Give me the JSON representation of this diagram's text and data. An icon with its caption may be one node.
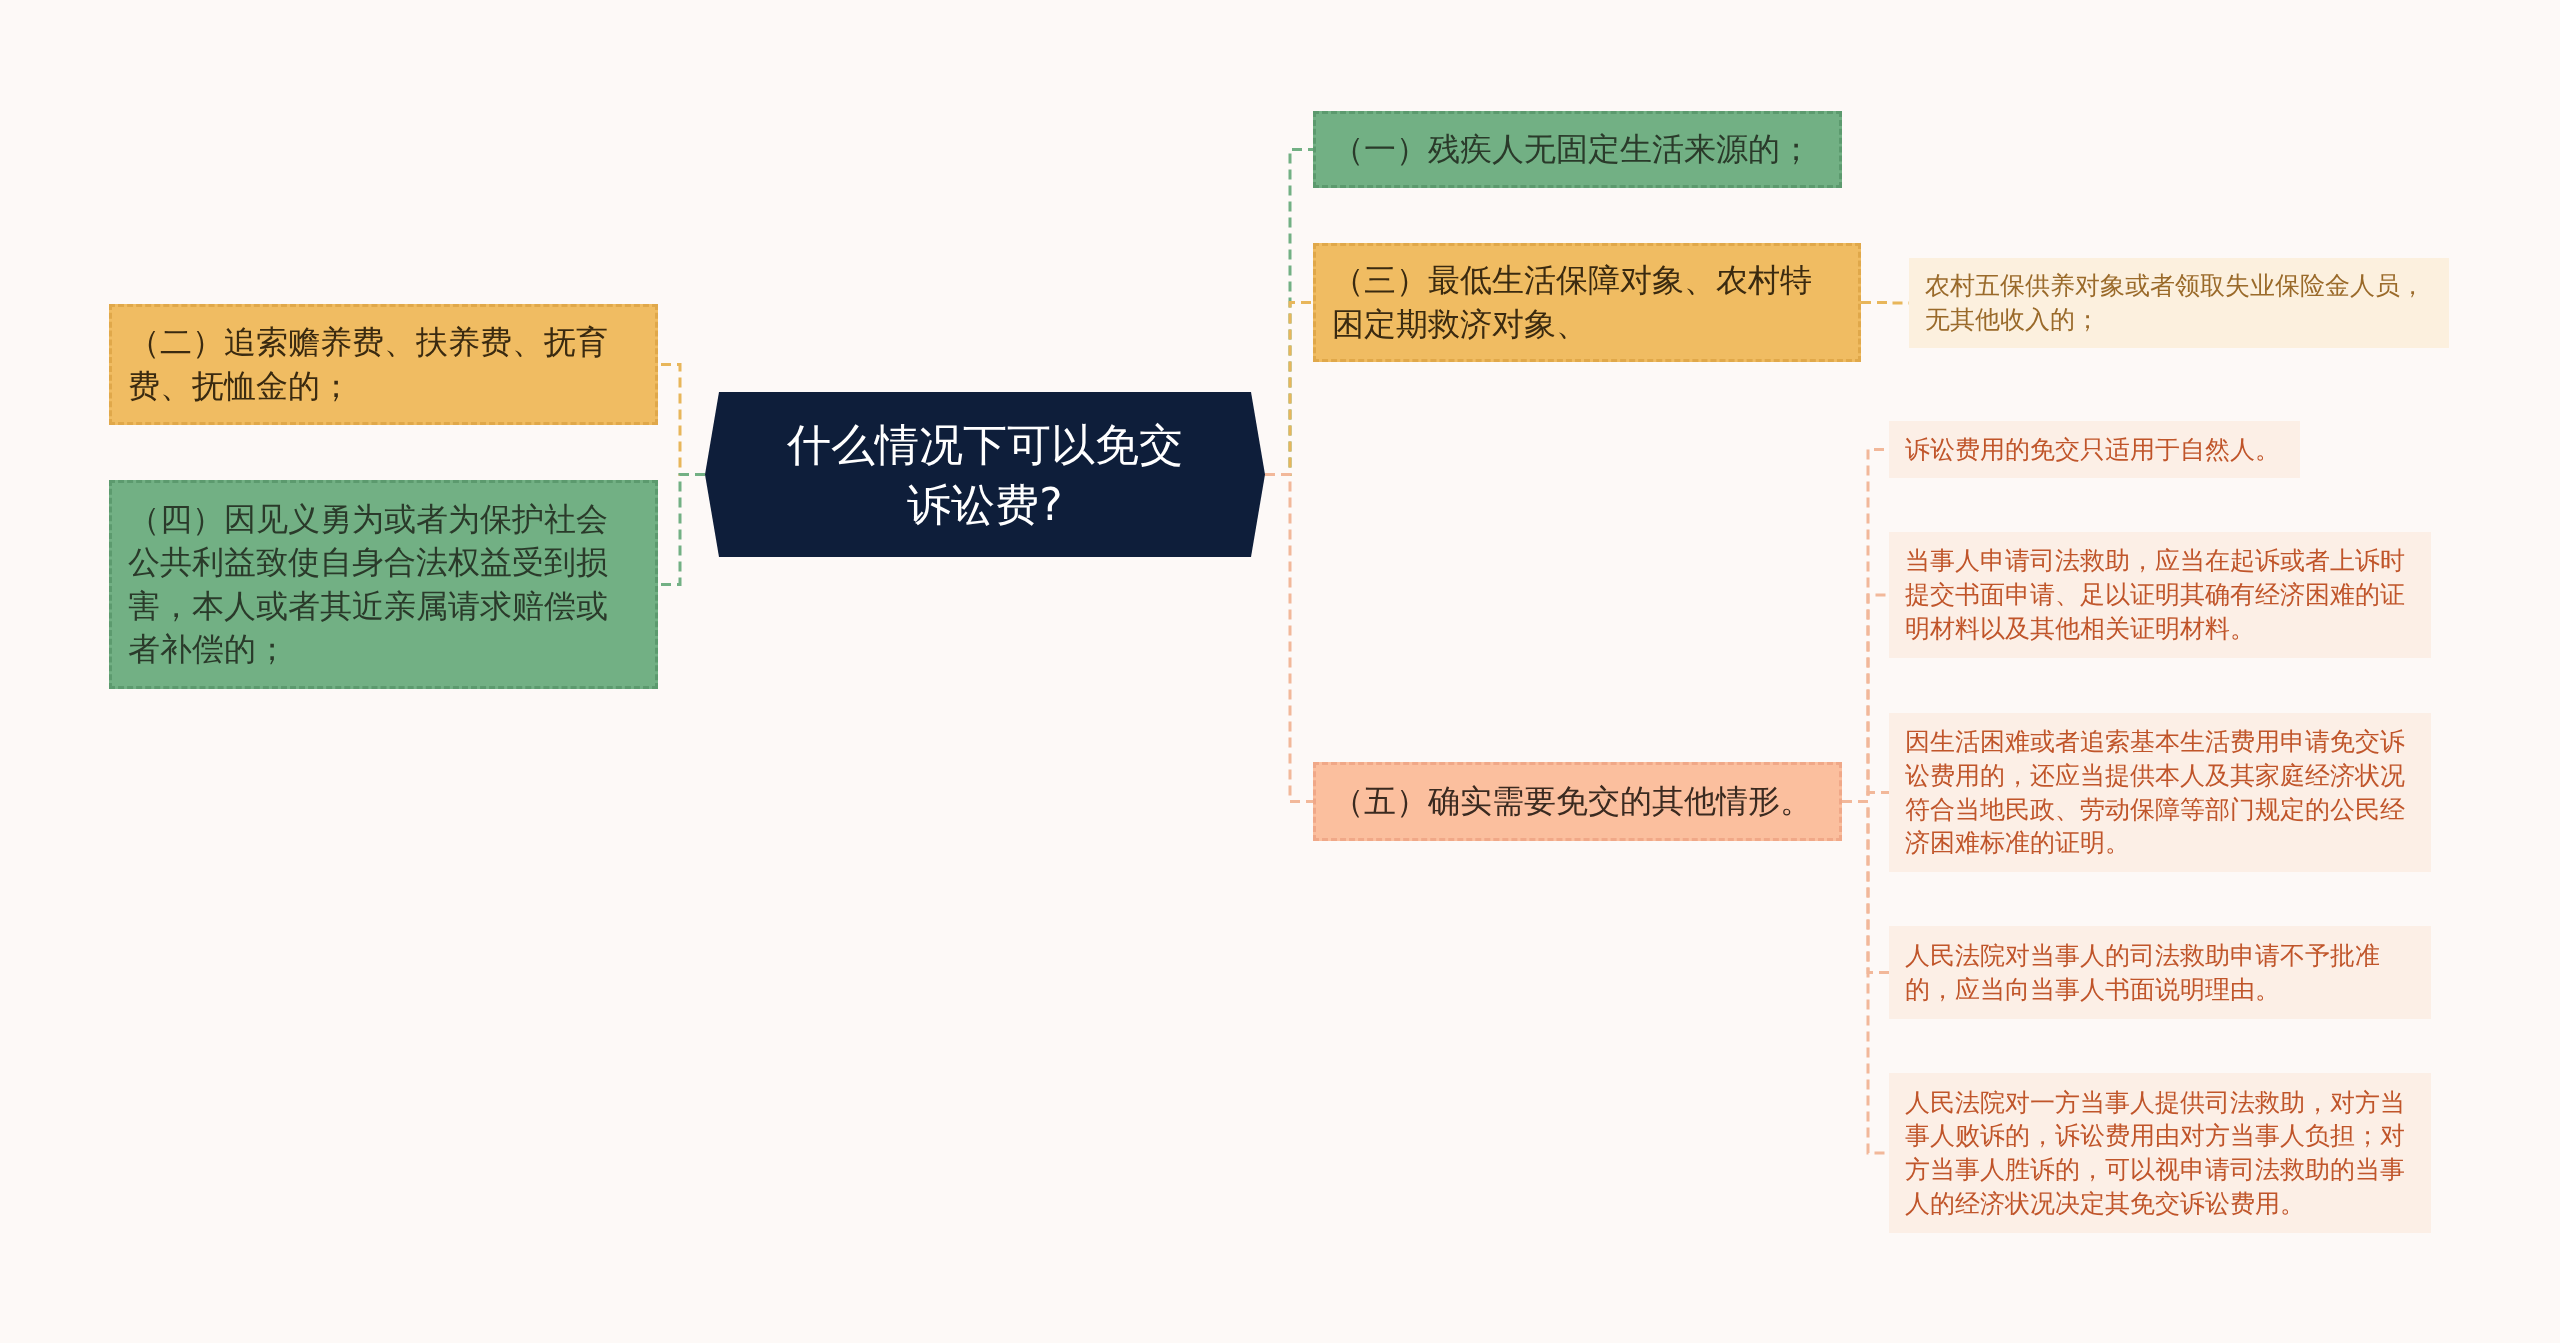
{
  "diagram": {
    "nodes": [
      {
        "text": [
          "什么情况下可以免交诉讼费?"
        ]
      },
      {
        "text": [
          "（一）残疾人无固定生活来源的；"
        ]
      },
      {
        "text": [
          "（二）追索赡养费、扶养费、抚育费、抚恤金的；"
        ]
      },
      {
        "text": [
          "（三）最低生活保障对象、农村特困定期救济对象、"
        ]
      },
      {
        "text": [
          "（四）因见义勇为或者为保护社会公共利益致使自身合法权益受到损害，本人或者其近亲属请求赔偿或者补偿的；"
        ]
      },
      {
        "text": [
          "（五）确实需要免交的其他情形。"
        ]
      },
      {
        "text": [
          "农村五保供养对象或者领取失业保险金人员，无其他收入的；"
        ]
      },
      {
        "text": [
          "诉讼费用的免交只适用于自然人。"
        ]
      },
      {
        "text": [
          "当事人申请司法救助，应当在起诉或者上诉时提交书面申请、足以证明其确有经济困难的证明材料以及其他相关证明材料。"
        ]
      },
      {
        "text": [
          "因生活困难或者追索基本生活费用申请免交诉讼费用的，还应当提供本人及其家庭经济状况符合当地民政、劳动保障等部门规定的公民经济困难标准的证明。"
        ]
      },
      {
        "text": [
          "人民法院对当事人的司法救助申请不予批准的，应当向当事人书面说明理由。"
        ]
      },
      {
        "text": [
          "人民法院对一方当事人提供司法救助，对方当事人败诉的，诉讼费用由对方当事人负担；对方当事人胜诉的，可以视申请司法救助的当事人的经济状况决定其免交诉讼费用。"
        ]
      }
    ],
    "edges": [
      {
        "from": 0,
        "to": 1,
        "arrow": "none",
        "color": "#72b084"
      },
      {
        "from": 0,
        "to": 2,
        "arrow": "none",
        "color": "#e8b65a"
      },
      {
        "from": 0,
        "to": 3,
        "arrow": "none",
        "color": "#e8b65a"
      },
      {
        "from": 0,
        "to": 4,
        "arrow": "none",
        "color": "#72b084"
      },
      {
        "from": 0,
        "to": 5,
        "arrow": "none"
      },
      {
        "from": 3,
        "to": 6,
        "arrow": "none",
        "color": "#e8b65a"
      },
      {
        "from": 5,
        "to": 7,
        "arrow": "none"
      },
      {
        "from": 5,
        "to": 8,
        "arrow": "none"
      },
      {
        "from": 5,
        "to": 9,
        "arrow": "none"
      },
      {
        "from": 5,
        "to": 10,
        "arrow": "none"
      },
      {
        "from": 5,
        "to": 11,
        "arrow": "none"
      }
    ]
  }
}
